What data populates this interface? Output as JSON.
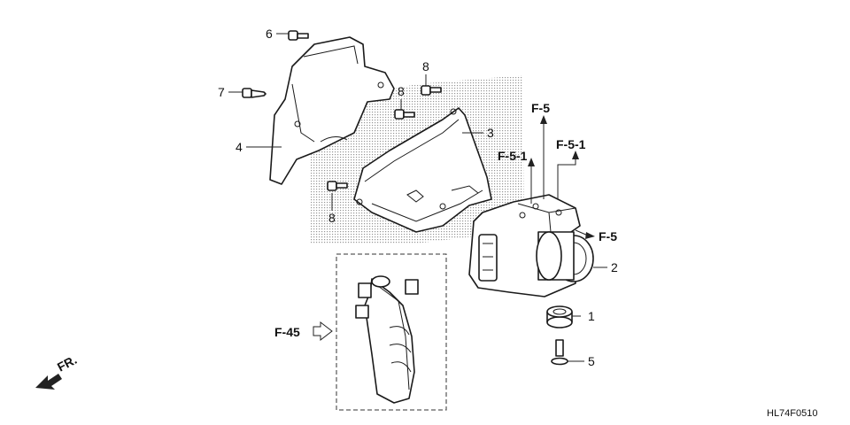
{
  "callouts": {
    "c1": "1",
    "c2": "2",
    "c3": "3",
    "c4": "4",
    "c5": "5",
    "c6": "6",
    "c7": "7",
    "c8a": "8",
    "c8b": "8",
    "c8c": "8"
  },
  "refs": {
    "f5_top": "F-5",
    "f5_1_left": "F-5-1",
    "f5_1_right": "F-5-1",
    "f5_right": "F-5",
    "f45": "F-45",
    "front": "FR."
  },
  "diagram_code": "HL74F0510",
  "colors": {
    "ink": "#1a1a1a",
    "screen": "#9a9a9a"
  }
}
